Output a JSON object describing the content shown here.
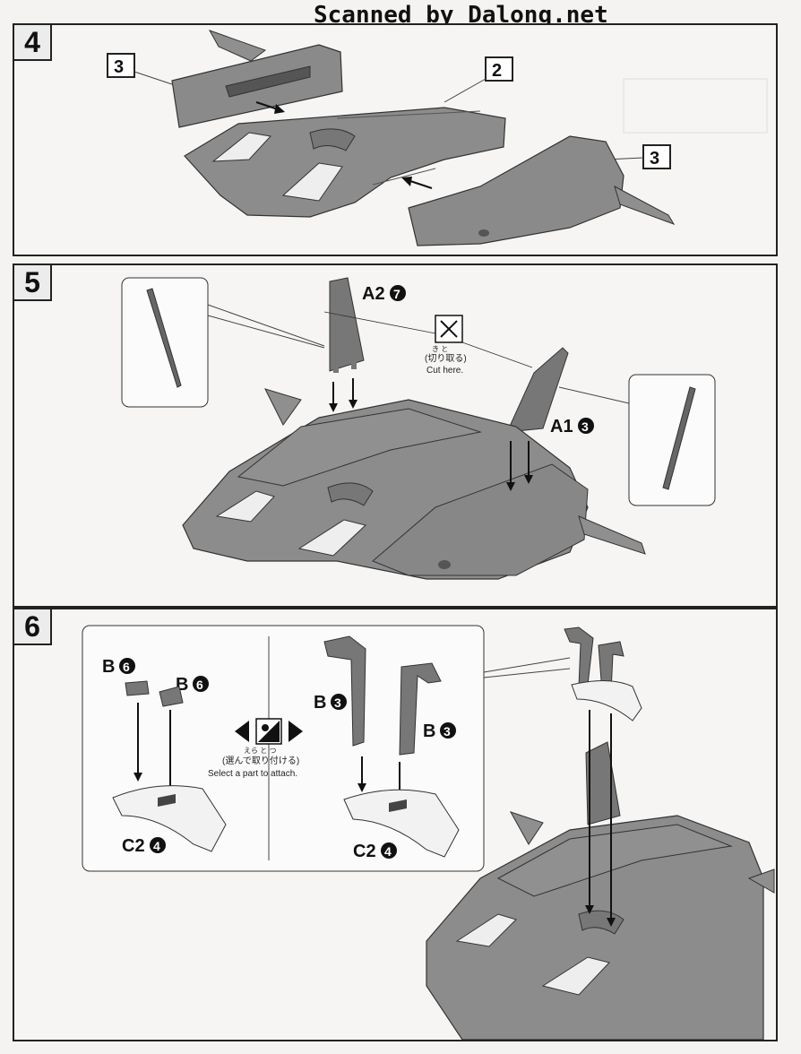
{
  "watermark": "Scanned by Dalong.net",
  "steps": [
    {
      "number": "4",
      "callouts": [
        "3",
        "2",
        "3"
      ]
    },
    {
      "number": "5",
      "parts": [
        {
          "code": "A2",
          "count": "7"
        },
        {
          "code": "A1",
          "count": "3"
        }
      ],
      "cut_instruction": {
        "jp": "(切り取る)",
        "ruby": "き  と",
        "en": "Cut here."
      }
    },
    {
      "number": "6",
      "parts": [
        {
          "code": "B",
          "count": "6"
        },
        {
          "code": "B",
          "count": "6"
        },
        {
          "code": "C2",
          "count": "4"
        },
        {
          "code": "B",
          "count": "3"
        },
        {
          "code": "B",
          "count": "3"
        },
        {
          "code": "C2",
          "count": "4"
        }
      ],
      "select_instruction": {
        "jp": "(選んで取り付ける)",
        "ruby": "えら      と  つ",
        "en": "Select a part to attach."
      }
    }
  ]
}
